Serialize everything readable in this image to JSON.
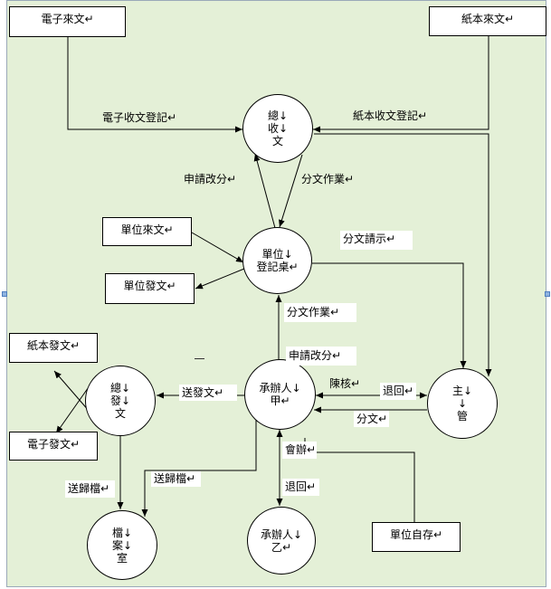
{
  "colors": {
    "canvas_background": "#e4f0d7",
    "shape_fill": "#ffffff",
    "line": "#000000",
    "selection_handle": "#8fb3e0"
  },
  "diagram": {
    "boxes": {
      "electronic_incoming": "電子來文↵",
      "paper_incoming": "紙本來文↵",
      "unit_incoming": "單位來文↵",
      "unit_outgoing": "單位發文↵",
      "paper_outgoing": "紙本發文↵",
      "electronic_outgoing": "電子發文↵",
      "unit_self_store": "單位自存↵"
    },
    "nodes": {
      "central_receive": [
        "總↓",
        "收↓",
        "文"
      ],
      "unit_registry": [
        "單位↓",
        "登記桌↵"
      ],
      "handler_a": [
        "承辦人↓",
        "甲↵"
      ],
      "central_dispatch": [
        "總↓",
        "發↓",
        "文"
      ],
      "supervisor": [
        "主↓",
        "↓",
        "管"
      ],
      "archive": [
        "檔↓",
        "案↓",
        "室"
      ],
      "handler_b": [
        "承辦人↓",
        "乙↵"
      ]
    },
    "edge_labels": {
      "electronic_receive_log": "電子收文登記↵",
      "paper_receive_log": "紙本收文登記↵",
      "request_reassign_top": "申請改分↵",
      "assign_work_top": "分文作業↵",
      "assign_request": "分文請示↵",
      "assign_work_mid": "分文作業↵",
      "request_reassign_mid": "申請改分↵",
      "review": "陳核↵",
      "return_right": "退回↵",
      "assign": "分文↵",
      "send_dispatch": "送發文↵",
      "send_archive_mid": "送歸檔↵",
      "send_archive_left": "送歸檔↵",
      "co_handle": "會辦↵",
      "return_bottom": "退回↵"
    }
  }
}
